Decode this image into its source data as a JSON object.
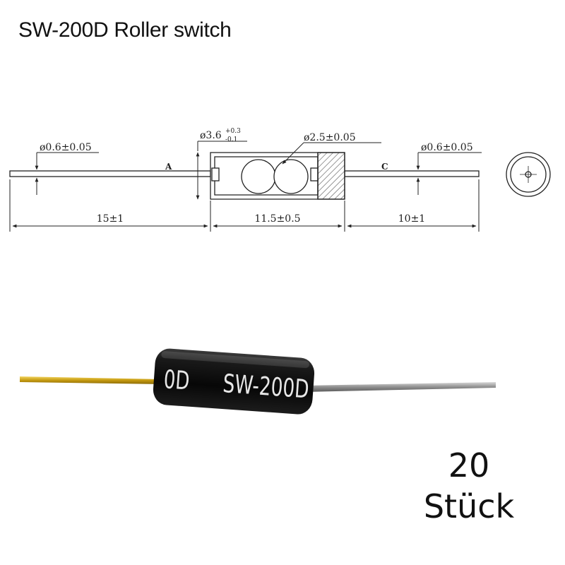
{
  "title": "SW-200D Roller switch",
  "drawing": {
    "lead_left_diameter": "ø0.6±0.05",
    "body_diameter_main": "ø3.6",
    "body_diameter_tol_upper": "+0.3",
    "body_diameter_tol_lower": "-0.1",
    "ball_diameter": "ø2.5±0.05",
    "lead_right_diameter": "ø0.6±0.05",
    "label_a": "A",
    "label_c": "C",
    "length_left": "15±1",
    "length_body": "11.5±0.5",
    "length_right": "10±1"
  },
  "photo": {
    "print_text": "SW-200D",
    "print_left_fragment": "0D"
  },
  "quantity": {
    "number": "20",
    "unit": "Stück"
  },
  "colors": {
    "body": "#111111",
    "lead_gold": "#c8a018",
    "lead_silver": "#9a9a9a"
  }
}
